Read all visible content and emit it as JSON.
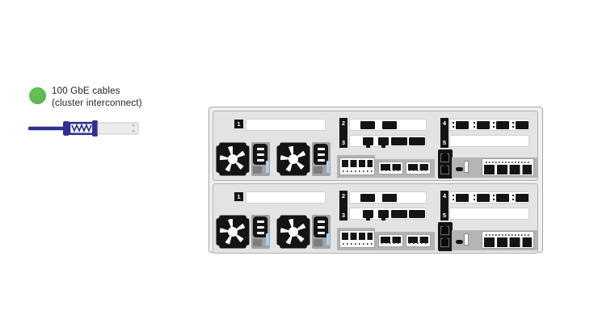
{
  "legend": {
    "marker_color": "#55b848",
    "line1": "100 GbE cables",
    "line2": "(cluster interconnect)",
    "cable_color": "#2e3192"
  },
  "diagram": {
    "chassis": [
      {
        "id": "chassis-1",
        "slots": {
          "slot1": "1",
          "slot2": "2",
          "slot3": "3",
          "slot4": "4",
          "slot5": "5"
        }
      },
      {
        "id": "chassis-2",
        "slots": {
          "slot1": "1",
          "slot2": "2",
          "slot3": "3",
          "slot4": "4",
          "slot5": "5"
        }
      }
    ]
  }
}
